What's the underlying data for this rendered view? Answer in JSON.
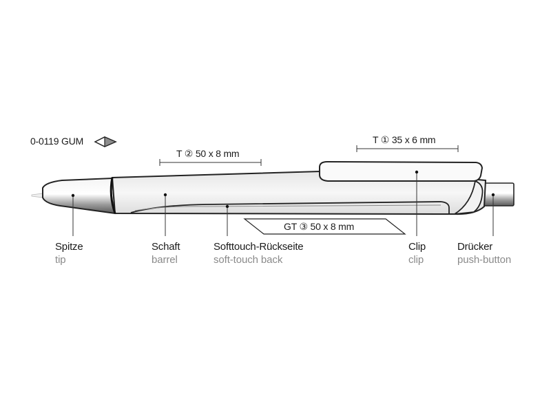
{
  "product": {
    "code": "0-0119 GUM"
  },
  "print_areas": {
    "barrel": "T ② 50 x 8 mm",
    "clip": "T ① 35 x 6 mm",
    "back": "GT ③ 50 x 8 mm"
  },
  "parts": [
    {
      "de": "Spitze",
      "en": "tip"
    },
    {
      "de": "Schaft",
      "en": "barrel"
    },
    {
      "de": "Softtouch-Rückseite",
      "en": "soft-touch back"
    },
    {
      "de": "Clip",
      "en": "clip"
    },
    {
      "de": "Drücker",
      "en": "push-button"
    }
  ]
}
